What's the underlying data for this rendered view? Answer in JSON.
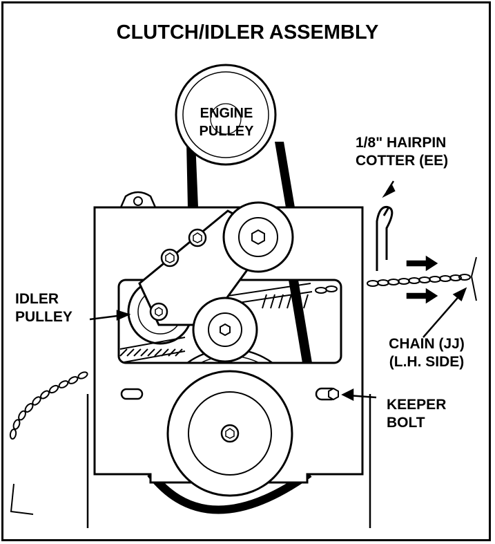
{
  "title": "CLUTCH/IDLER ASSEMBLY",
  "labels": {
    "engine_pulley": [
      "ENGINE",
      "PULLEY"
    ],
    "hairpin_cotter": [
      "1/8\" HAIRPIN",
      "COTTER (EE)"
    ],
    "idler_pulley": [
      "IDLER",
      "PULLEY"
    ],
    "chain": [
      "CHAIN (JJ)",
      "(L.H. SIDE)"
    ],
    "keeper_bolt": [
      "KEEPER",
      "BOLT"
    ]
  }
}
